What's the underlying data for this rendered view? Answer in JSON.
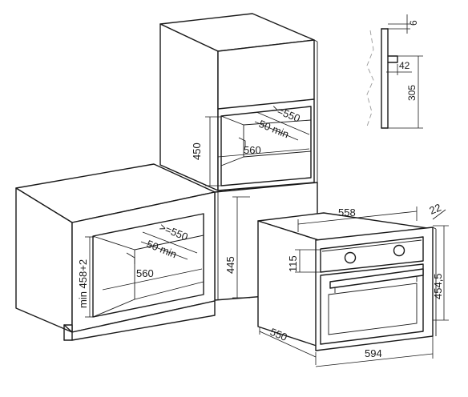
{
  "diagram": {
    "dimensions": {
      "tall_cabinet_opening_height": "450",
      "tall_cabinet_depth": ">=550",
      "tall_cabinet_back_gap": "50 min",
      "tall_cabinet_width": "560",
      "base_cabinet_opening_height": "min 458+2",
      "base_cabinet_depth": ">=550",
      "base_cabinet_back_gap": "50 min",
      "base_cabinet_width": "560",
      "lower_cabinet_height": "445",
      "oven_top_width": "558",
      "oven_panel_height": "115",
      "oven_front_height": "454,5",
      "oven_front_depth": "22",
      "oven_body_depth": "550",
      "oven_front_width": "594",
      "detail_top": "6",
      "detail_step": "42",
      "detail_height": "305"
    }
  }
}
